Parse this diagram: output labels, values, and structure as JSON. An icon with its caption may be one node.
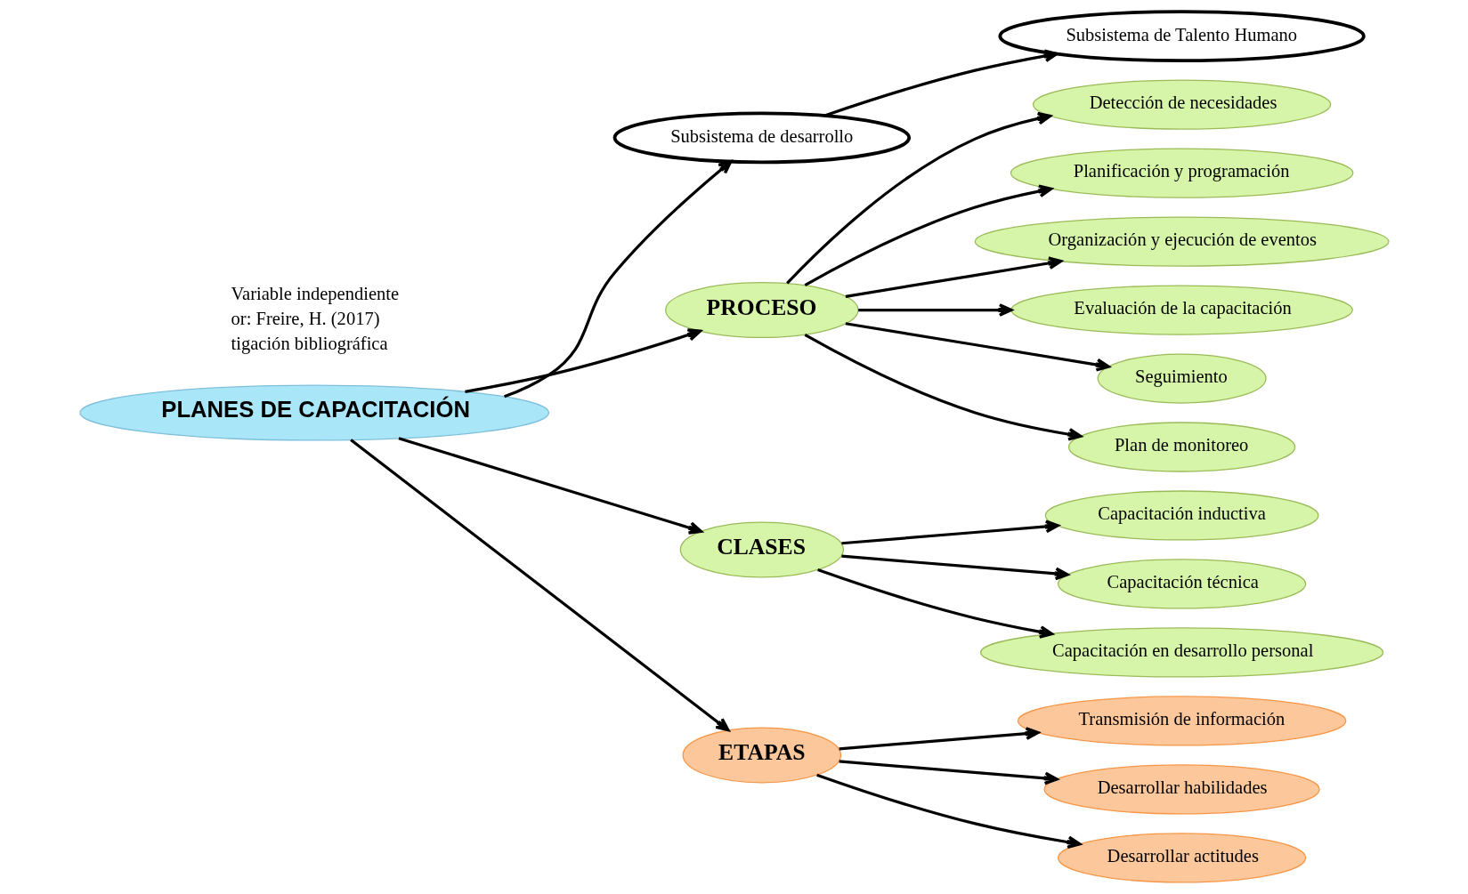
{
  "diagram": {
    "nodes": [
      {
        "text": [
          "PLANES DE CAPACITACIÓN"
        ]
      },
      {
        "text": [
          "Subsistema de desarrollo"
        ]
      },
      {
        "text": [
          "Subsistema de Talento Humano"
        ]
      },
      {
        "text": [
          "PROCESO"
        ]
      },
      {
        "text": [
          "Detección de necesidades"
        ]
      },
      {
        "text": [
          "Planificación y programación"
        ]
      },
      {
        "text": [
          "Organización y ejecución de eventos"
        ]
      },
      {
        "text": [
          "Evaluación de la capacitación"
        ]
      },
      {
        "text": [
          "Seguimiento"
        ]
      },
      {
        "text": [
          "Plan de monitoreo"
        ]
      },
      {
        "text": [
          "CLASES"
        ]
      },
      {
        "text": [
          "Capacitación inductiva"
        ]
      },
      {
        "text": [
          "Capacitación técnica"
        ]
      },
      {
        "text": [
          "Capacitación en desarrollo personal"
        ]
      },
      {
        "text": [
          "ETAPAS"
        ]
      },
      {
        "text": [
          "Transmisión de información"
        ]
      },
      {
        "text": [
          "Desarrollar habilidades"
        ]
      },
      {
        "text": [
          "Desarrollar actitudes"
        ]
      }
    ],
    "edges": [
      {
        "from": 0,
        "to": 1,
        "arrow": "to"
      },
      {
        "from": 1,
        "to": 2,
        "arrow": "to"
      },
      {
        "from": 0,
        "to": 3,
        "arrow": "to"
      },
      {
        "from": 3,
        "to": 4,
        "arrow": "to"
      },
      {
        "from": 3,
        "to": 5,
        "arrow": "to"
      },
      {
        "from": 3,
        "to": 6,
        "arrow": "to"
      },
      {
        "from": 3,
        "to": 7,
        "arrow": "to"
      },
      {
        "from": 3,
        "to": 8,
        "arrow": "to"
      },
      {
        "from": 3,
        "to": 9,
        "arrow": "to"
      },
      {
        "from": 0,
        "to": 10,
        "arrow": "to"
      },
      {
        "from": 10,
        "to": 11,
        "arrow": "to"
      },
      {
        "from": 10,
        "to": 12,
        "arrow": "to"
      },
      {
        "from": 10,
        "to": 13,
        "arrow": "to"
      },
      {
        "from": 0,
        "to": 14,
        "arrow": "to"
      },
      {
        "from": 14,
        "to": 15,
        "arrow": "to"
      },
      {
        "from": 14,
        "to": 16,
        "arrow": "to"
      },
      {
        "from": 14,
        "to": 17,
        "arrow": "to"
      }
    ],
    "labels": [
      "Variable independiente",
      "or: Freire, H. (2017)",
      "tigación bibliográfica"
    ]
  }
}
